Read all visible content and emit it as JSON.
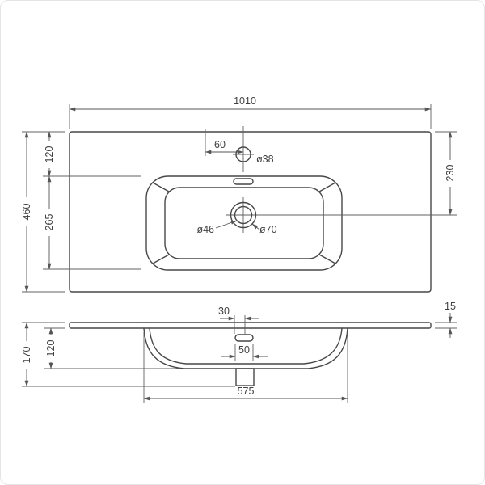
{
  "top_view": {
    "overall_width": "1010",
    "overall_depth": "460",
    "back_edge_to_basin": "120",
    "basin_length": "265",
    "right_edge_to_drain": "230",
    "faucet_offset": "60",
    "faucet_hole_diameter": "ø38",
    "drain_diameter_inner": "ø46",
    "drain_diameter_outer": "ø70"
  },
  "front_view": {
    "overflow_offset": "30",
    "countertop_thickness": "15",
    "overall_height": "170",
    "bowl_depth": "120",
    "overflow_width": "50",
    "bowl_width": "575"
  },
  "colors": {
    "object_line": "#474747",
    "dimension_line": "#555555",
    "text": "#3f3f3f",
    "background": "#ffffff"
  }
}
